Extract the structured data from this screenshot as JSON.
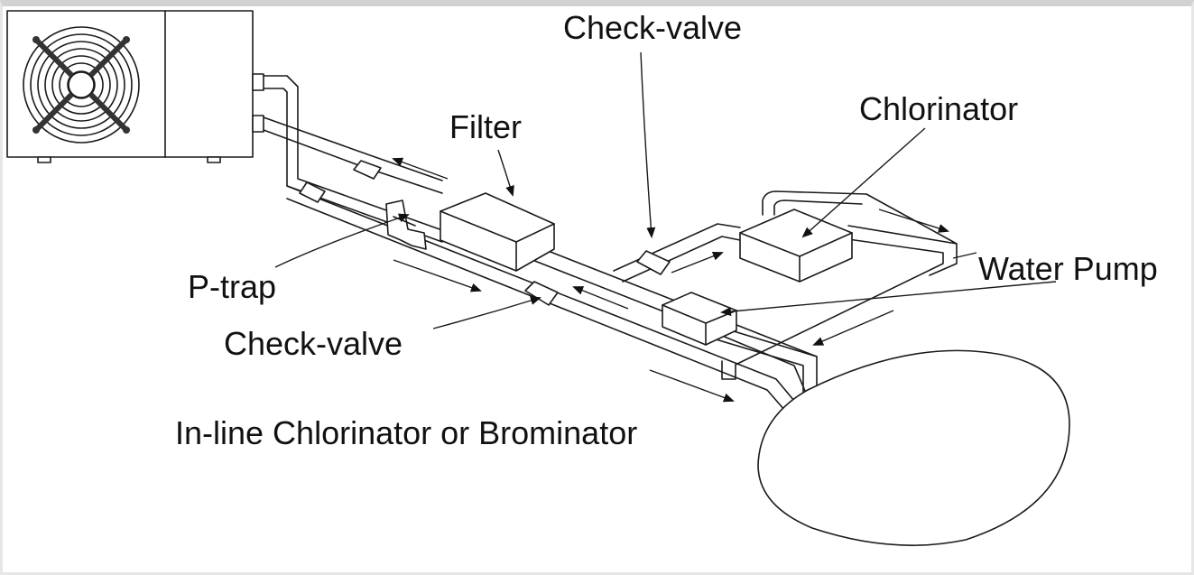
{
  "diagram": {
    "labels": {
      "check_valve_top": "Check-valve",
      "chlorinator": "Chlorinator",
      "filter": "Filter",
      "p_trap": "P-trap",
      "water_pump": "Water Pump",
      "check_valve_bottom": "Check-valve",
      "inline_chlorinator": "In-line Chlorinator or Brominator"
    }
  }
}
